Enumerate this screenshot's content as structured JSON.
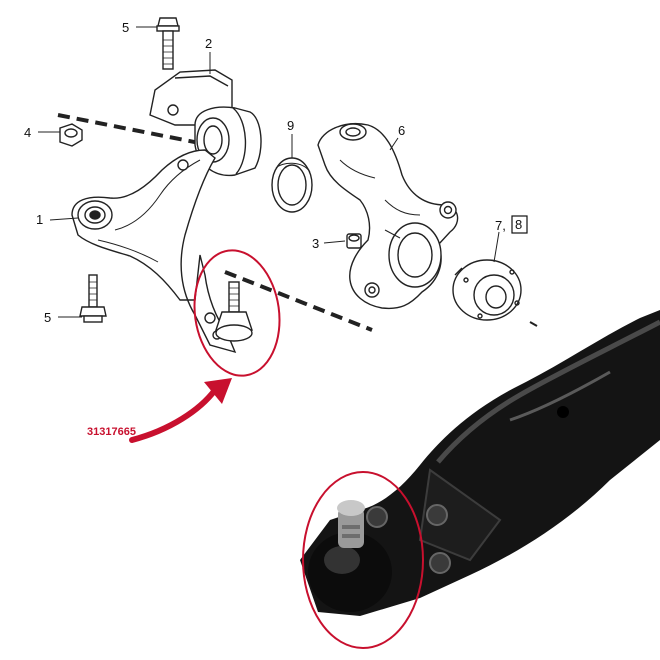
{
  "callouts": {
    "c1": "1",
    "c2": "2",
    "c3": "3",
    "c4": "4",
    "c5_top": "5",
    "c5_bottom": "5",
    "c6": "6",
    "c7": "7,",
    "c8": "8",
    "c9": "9"
  },
  "part_number": "31317665",
  "colors": {
    "highlight": "#c8102e",
    "line": "#222222",
    "photo_arm": "#141414",
    "background": "#ffffff"
  }
}
